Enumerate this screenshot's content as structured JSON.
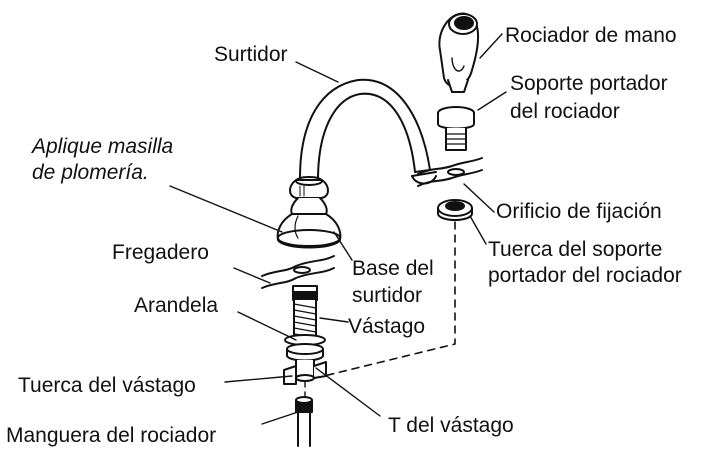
{
  "labels": {
    "spout": "Surtidor",
    "putty_line1": "Aplique masilla",
    "putty_line2": "de plomería.",
    "sink": "Fregadero",
    "washer": "Arandela",
    "stem_nut": "Tuerca del vástago",
    "sprayer_hose": "Manguera del rociador",
    "hand_sprayer": "Rociador de mano",
    "holder_line1": "Soporte portador",
    "holder_line2": "del rociador",
    "mount_hole": "Orificio de fijación",
    "holder_nut_line1": "Tuerca del soporte",
    "holder_nut_line2": "portador del rociador",
    "spout_base_line1": "Base del",
    "spout_base_line2": "surtidor",
    "stem": "Vástago",
    "stem_tee": "T del vástago"
  },
  "colors": {
    "ink": "#111111",
    "background": "#ffffff"
  }
}
